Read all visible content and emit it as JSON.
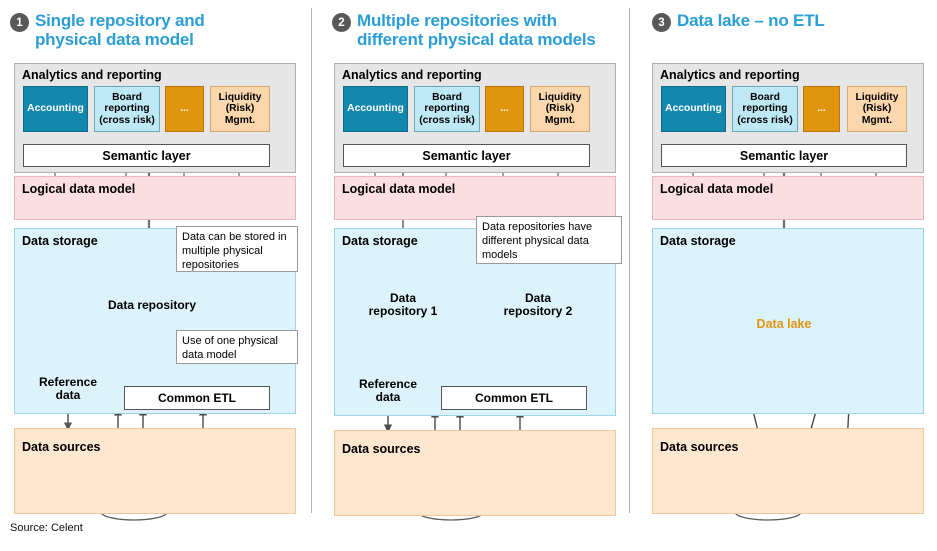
{
  "source_note": "Source: Celent",
  "colors": {
    "accent_title": "#2b9ed4",
    "badge": "#58585a",
    "analytics_band": "#e6e6e6",
    "logical_band": "#fbdfe3",
    "storage_band": "#ddf3fb",
    "sources_band": "#fde7cf",
    "accounting_box": "#1487ad",
    "board_box": "#bfe8f5",
    "dots_box": "#e09510",
    "liquidity_box": "#fbd7ae",
    "data_lake_text": "#e09510"
  },
  "common": {
    "analytics_title": "Analytics  and reporting",
    "logical_title": "Logical data model",
    "storage_title": "Data storage",
    "sources_title": "Data sources",
    "semantic_layer": "Semantic layer",
    "boxes": [
      {
        "label": "Accounting",
        "style": "accounting"
      },
      {
        "label": "Board\nreporting\n(cross risk)",
        "style": "board"
      },
      {
        "label": "...",
        "style": "dots"
      },
      {
        "label": "Liquidity\n(Risk)\nMgmt.",
        "style": "liquidity"
      }
    ],
    "reference_data": "Reference\ndata",
    "common_etl": "Common ETL"
  },
  "panels": [
    {
      "number": "1",
      "title": "Single repository and\nphysical data model",
      "repository_label": "Data repository",
      "callouts": [
        {
          "text": "Data can be stored in multiple physical repositories"
        },
        {
          "text": "Use of one  physical data model"
        }
      ],
      "has_reference_data": true,
      "has_common_etl": true,
      "source_cylinders": 3
    },
    {
      "number": "2",
      "title": "Multiple repositories with\ndifferent physical data models",
      "repository_1_label": "Data\nrepository  1",
      "repository_2_label": "Data\nrepository  2",
      "callouts": [
        {
          "text": "Data repositories have different  physical data models"
        }
      ],
      "has_reference_data": true,
      "has_common_etl": true,
      "source_cylinders": 3
    },
    {
      "number": "3",
      "title": "Data lake – no ETL",
      "lake_label": "Data lake",
      "callouts": [],
      "has_reference_data": false,
      "has_common_etl": false,
      "source_cylinders": 3
    }
  ]
}
